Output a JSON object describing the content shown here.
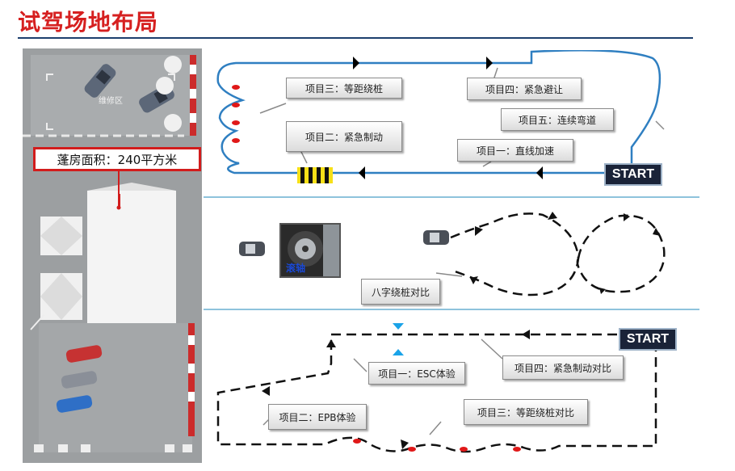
{
  "title": "试驾场地布局",
  "site": {
    "area_label": "蓬房面积：240平方米",
    "zone_label": "维修区"
  },
  "panel1": {
    "start": "START",
    "callouts": [
      "项目三：等距绕桩",
      "项目二：紧急制动",
      "项目四：紧急避让",
      "项目五：连续弯道",
      "项目一：直线加速"
    ]
  },
  "panel2": {
    "photo_label": "滚轴",
    "callout": "八字绕桩对比"
  },
  "panel3": {
    "start": "START",
    "callouts": [
      "项目一：ESC体验",
      "项目四：紧急制动对比",
      "项目二：EPB体验",
      "项目三：等距绕桩对比"
    ]
  },
  "colors": {
    "title": "#d62020",
    "track": "#2f7fc1",
    "cone": "#e01818",
    "marker": "#1aa3e8",
    "start_bg": "#1a2338"
  }
}
